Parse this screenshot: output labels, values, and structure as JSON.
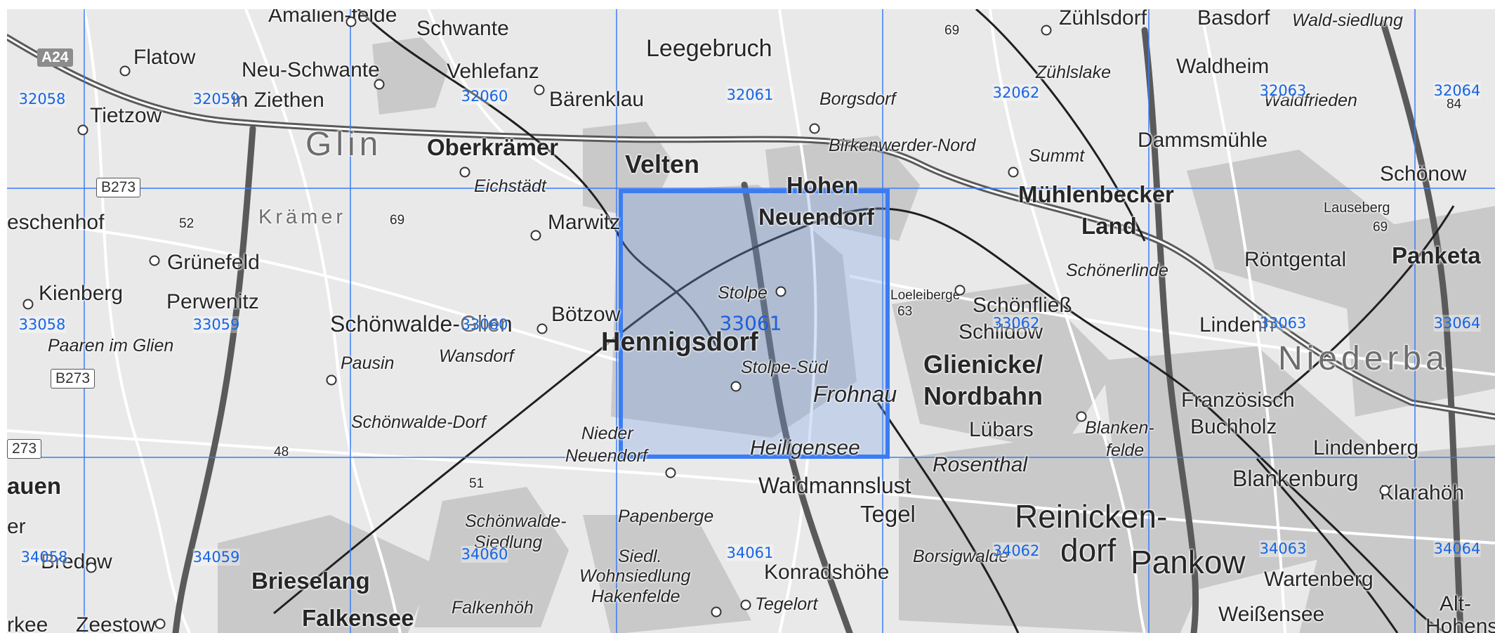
{
  "map": {
    "selected_tile": "33061",
    "tiles": [
      "32058",
      "32059",
      "32060",
      "32061",
      "32062",
      "32063",
      "32064",
      "33058",
      "33059",
      "33060",
      "33061",
      "33062",
      "33063",
      "33064",
      "34058",
      "34059",
      "34060",
      "34061",
      "34062",
      "34063",
      "34064"
    ],
    "road_shields": [
      "A24",
      "B273",
      "B273",
      "273"
    ],
    "elevations": [
      "69",
      "52",
      "69",
      "63",
      "69",
      "84",
      "48",
      "51"
    ],
    "regions": [
      "Glin",
      "Krämer",
      "Niederba"
    ],
    "places": [
      "Amalien-felde",
      "Schwante",
      "Leegebruch",
      "Zühlsdorf",
      "Basdorf",
      "Wald-siedlung",
      "Flatow",
      "Neu-Schwante",
      "Vehlefanz",
      "Zühlslake",
      "Waldheim",
      "Bärenklau",
      "Borgsdorf",
      "Waldfrieden",
      "in Ziethen",
      "Tietzow",
      "Oberkrämer",
      "Velten",
      "Birkenwerder-Nord",
      "Summt",
      "Dammsmühle",
      "Schönow",
      "Eichstädt",
      "Hohen",
      "Neuendorf",
      "Mühlenbecker",
      "Land",
      "Lauseberg",
      "eschenhof",
      "Marwitz",
      "Grünefeld",
      "Röntgental",
      "Panketa",
      "Schönerlinde",
      "Kienberg",
      "Perwenitz",
      "Stolpe",
      "Loeleiberge",
      "Schönfließ",
      "Schildow",
      "Lindenh",
      "Schönwalde-Glien",
      "Bötzow",
      "Hennigsdorf",
      "Paaren im Glien",
      "Pausin",
      "Wansdorf",
      "Stolpe-Süd",
      "Glienicke/",
      "Nordbahn",
      "Französisch",
      "Buchholz",
      "Frohnau",
      "Lübars",
      "Blanken-",
      "felde",
      "Schönwalde-Dorf",
      "Nieder",
      "Neuendorf",
      "Heiligensee",
      "Lindenberg",
      "Rosenthal",
      "Blankenburg",
      "Waidmannslust",
      "Klarahöh",
      "auen",
      "Tegel",
      "Reinicken-",
      "dorf",
      "Schönwalde-",
      "Siedlung",
      "Papenberge",
      "er",
      "Borsigwalde",
      "Pankow",
      "Siedl.",
      "Wohnsiedlung",
      "Hakenfelde",
      "Bredow",
      "Brieselang",
      "Konradshöhe",
      "Wartenberg",
      "Falkenhöh",
      "Tegelort",
      "Weißensee",
      "Alt-",
      "Hohenschön",
      "rkee",
      "Zeestow",
      "Falkensee"
    ]
  }
}
